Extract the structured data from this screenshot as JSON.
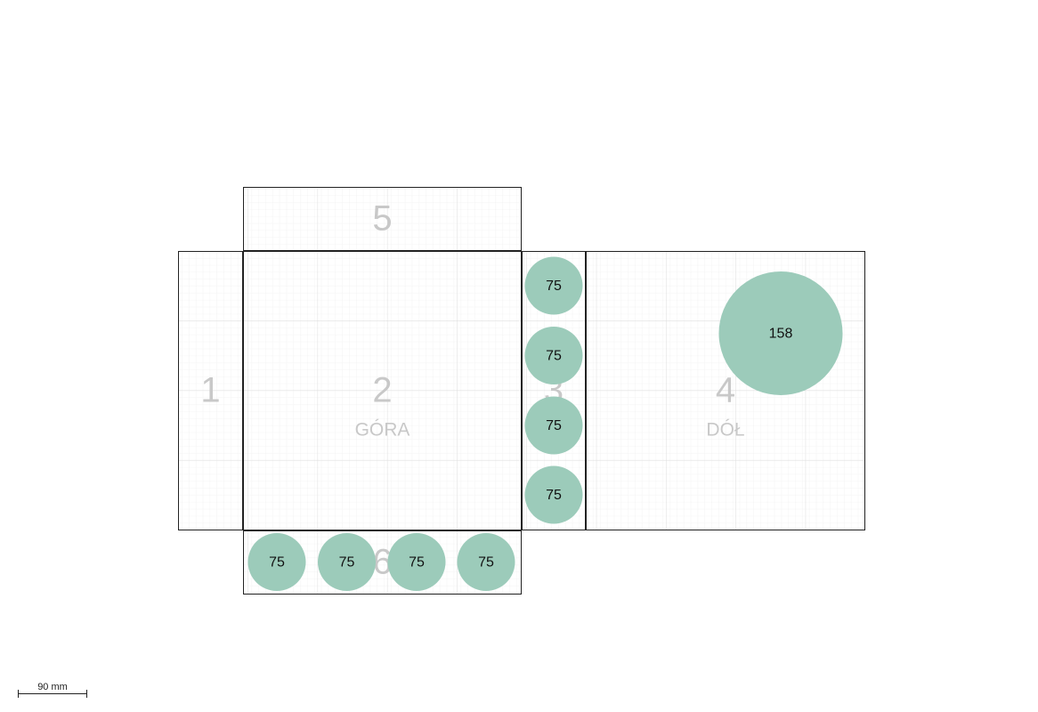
{
  "panels": [
    {
      "id": "1",
      "number": "1",
      "sublabel": ""
    },
    {
      "id": "2",
      "number": "2",
      "sublabel": "GÓRA"
    },
    {
      "id": "3",
      "number": "3",
      "sublabel": ""
    },
    {
      "id": "4",
      "number": "4",
      "sublabel": "DÓŁ"
    },
    {
      "id": "5",
      "number": "5",
      "sublabel": ""
    },
    {
      "id": "6",
      "number": "6",
      "sublabel": ""
    }
  ],
  "circles": [
    {
      "label": "75"
    },
    {
      "label": "75"
    },
    {
      "label": "75"
    },
    {
      "label": "75"
    },
    {
      "label": "75"
    },
    {
      "label": "75"
    },
    {
      "label": "75"
    },
    {
      "label": "75"
    },
    {
      "label": "158"
    }
  ],
  "scale_bar": {
    "label": "90 mm"
  },
  "colors": {
    "circle_fill": "#9ccbba",
    "panel_label": "#c8c8c8",
    "grid_fine": "#ececec",
    "grid_major": "#dadada",
    "border": "#222222"
  }
}
